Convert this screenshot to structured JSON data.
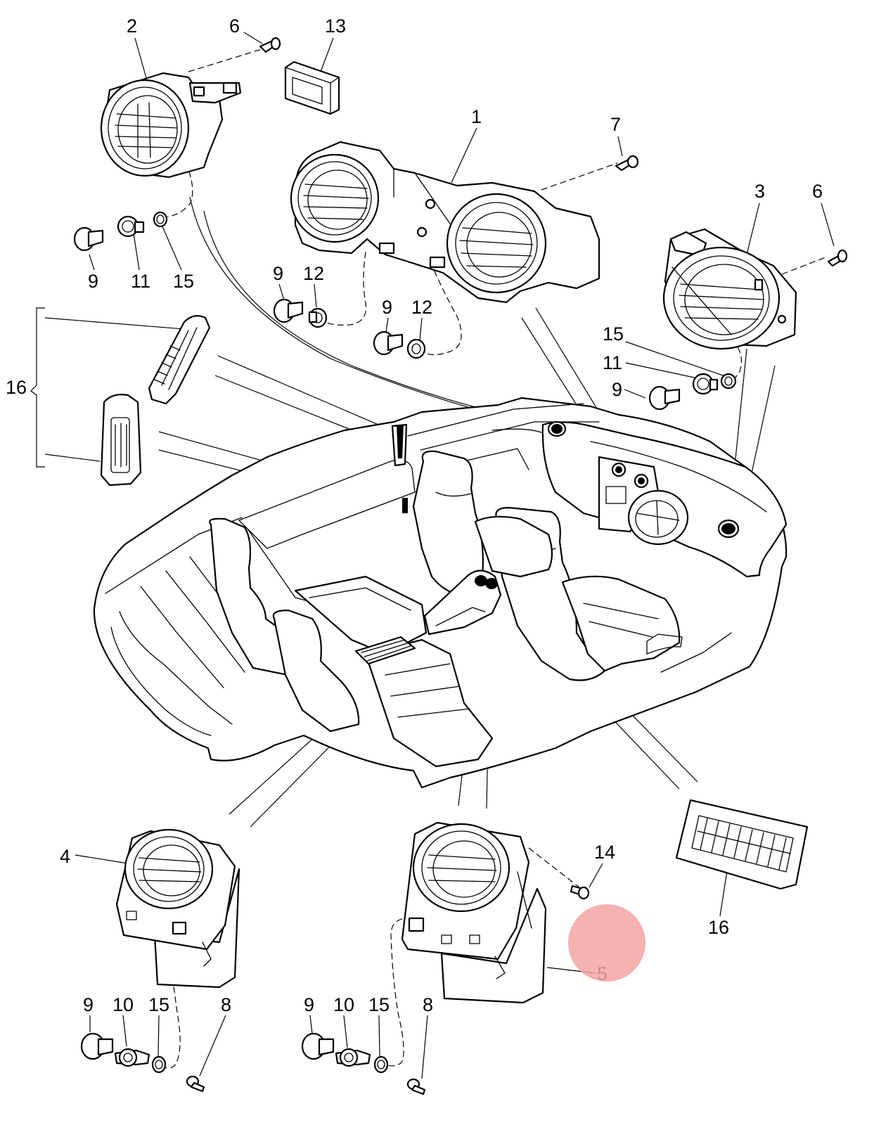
{
  "callouts": {
    "c2": "2",
    "c6a": "6",
    "c13": "13",
    "c1": "1",
    "c7": "7",
    "c3": "3",
    "c6b": "6",
    "c9a": "9",
    "c11a": "11",
    "c15a": "15",
    "c9b": "9",
    "c12a": "12",
    "c9c": "9",
    "c12b": "12",
    "c15b": "15",
    "c11b": "11",
    "c9d": "9",
    "c16a": "16",
    "c16b": "16",
    "c4": "4",
    "c14": "14",
    "c5": "5",
    "c9e": "9",
    "c10a": "10",
    "c15c": "15",
    "c8a": "8",
    "c9f": "9",
    "c10b": "10",
    "c15d": "15",
    "c8b": "8"
  },
  "colors": {
    "line": "#000000",
    "background": "#ffffff",
    "highlight": "#f4a3a3"
  }
}
